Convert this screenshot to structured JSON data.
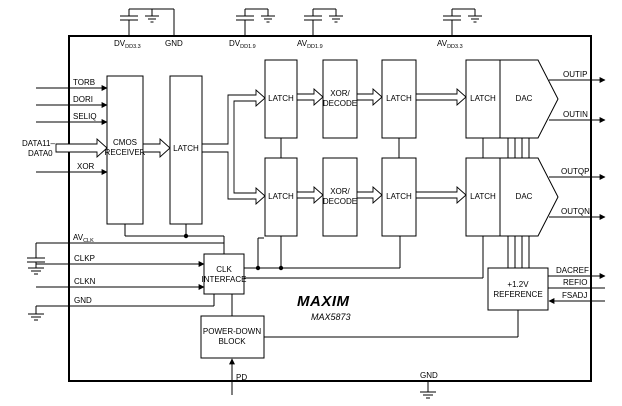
{
  "supplies": {
    "dvdd33": {
      "main": "DV",
      "sub": "DD3.3"
    },
    "gnd_top": "GND",
    "dvdd19": {
      "main": "DV",
      "sub": "DD1.9"
    },
    "avdd19": {
      "main": "AV",
      "sub": "DD1.9"
    },
    "avdd33": {
      "main": "AV",
      "sub": "DD3.3"
    },
    "gnd_bottom": "GND"
  },
  "inputs": {
    "torb": "TORB",
    "dori": "DORI",
    "seliq": "SELIQ",
    "data_line1": "DATA11–",
    "data_line2": "DATA0",
    "xor": "XOR"
  },
  "clock_pins": {
    "avclk": {
      "main": "AV",
      "sub": "CLK"
    },
    "clkp": "CLKP",
    "clkn": "CLKN",
    "gnd": "GND"
  },
  "outputs": {
    "outip": "OUTIP",
    "outin": "OUTIN",
    "outqp": "OUTQP",
    "outqn": "OUTQN"
  },
  "reference_pins": {
    "dacref": "DACREF",
    "refio": "REFIO",
    "fsadj": "FSADJ"
  },
  "pd": "PD",
  "blocks": {
    "cmos_line1": "CMOS",
    "cmos_line2": "RECEIVER",
    "latch": "LATCH",
    "xor_line1": "XOR/",
    "xor_line2": "DECODE",
    "dac": "DAC",
    "clk_line1": "CLK",
    "clk_line2": "INTERFACE",
    "ref_line1": "+1.2V",
    "ref_line2": "REFERENCE",
    "pwr_line1": "POWER-DOWN",
    "pwr_line2": "BLOCK"
  },
  "brand": "MAXIM",
  "part_number": "MAX5873"
}
